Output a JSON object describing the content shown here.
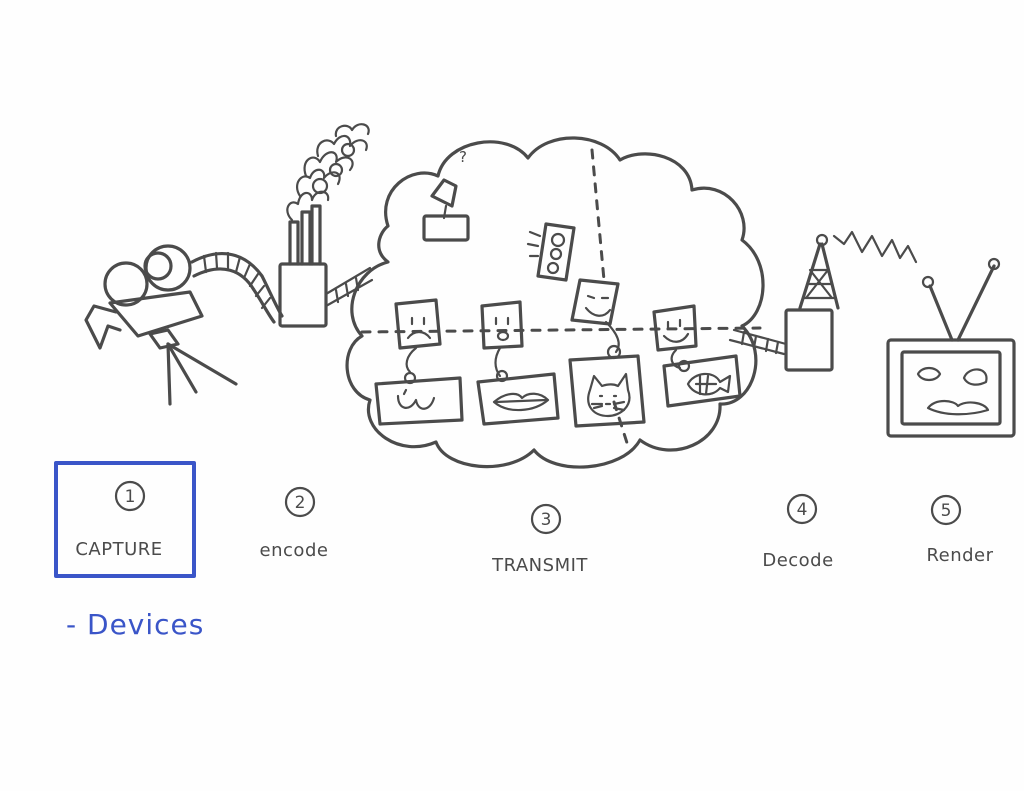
{
  "steps": [
    {
      "number": "1",
      "label": "CAPTURE"
    },
    {
      "number": "2",
      "label": "encode"
    },
    {
      "number": "3",
      "label": "TRANSMIT"
    },
    {
      "number": "4",
      "label": "Decode"
    },
    {
      "number": "5",
      "label": "Render"
    }
  ],
  "note": "- Devices",
  "cloud": {
    "question_mark": "?"
  },
  "colors": {
    "ink": "#4b4b4b",
    "highlight": "#3a55c8",
    "paper": "#fefefe"
  },
  "icons": [
    "movie-camera-icon",
    "film-strip-icon",
    "factory-icon",
    "smoke-icon",
    "cloud-icon",
    "lamp-icon",
    "traffic-light-icon",
    "face-icon",
    "cat-icon",
    "lips-icon",
    "fish-icon",
    "radio-tower-icon",
    "signal-wave-icon",
    "television-icon"
  ]
}
